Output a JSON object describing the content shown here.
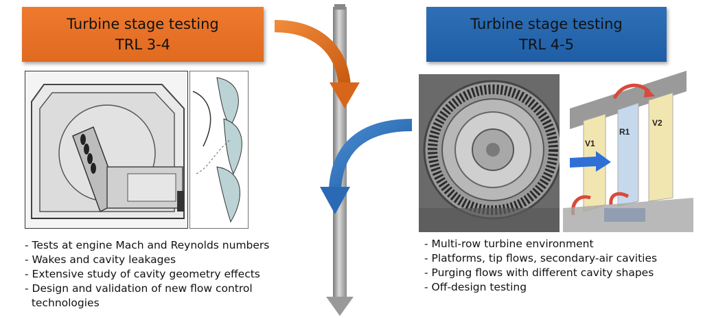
{
  "left": {
    "title_line1": "Turbine stage testing",
    "title_line2": "TRL 3-4",
    "accent": "#e8752a",
    "bullets": [
      "- Tests at engine Mach and Reynolds numbers",
      "- Wakes and cavity leakages",
      "- Extensive study of cavity geometry effects",
      "- Design and validation of new flow control",
      "  technologies"
    ]
  },
  "right": {
    "title_line1": "Turbine stage testing",
    "title_line2": "TRL 4-5",
    "accent": "#2868b0",
    "bullets": [
      "- Multi-row turbine environment",
      "- Platforms, tip flows, secondary-air cavities",
      "- Purging flows with different cavity shapes",
      "- Off-design testing"
    ],
    "blade_labels": {
      "v1": "V1",
      "r1": "R1",
      "v2": "V2"
    }
  },
  "icons": [
    "orange-curved-arrow-icon",
    "blue-curved-arrow-icon",
    "vertical-progress-arrow-icon"
  ]
}
